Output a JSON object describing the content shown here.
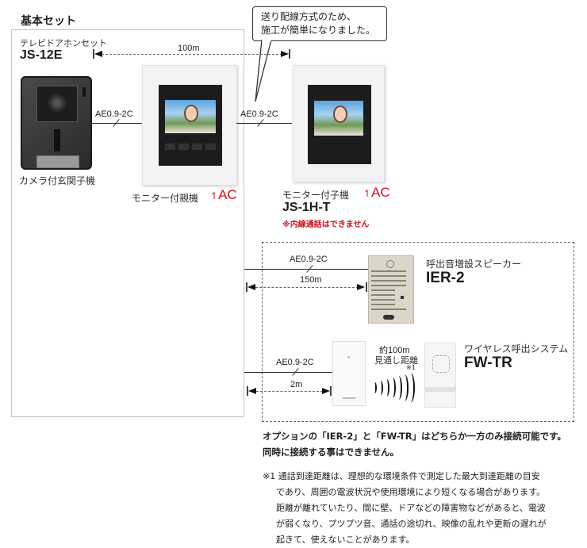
{
  "title": "基本セット",
  "callout": {
    "line1": "送り配線方式のため、",
    "line2": "施工が簡単になりました。"
  },
  "basic_set": {
    "label": "テレビドアホンセット",
    "model": "JS-12E",
    "door_station": {
      "label": "カメラ付玄関子機"
    },
    "master_monitor": {
      "label": "モニター付親機",
      "power": "AC"
    },
    "distance_top": "100m"
  },
  "cables": {
    "door_to_master": "AE0.9-2C",
    "master_to_sub": "AE0.9-2C",
    "to_speaker": "AE0.9-2C",
    "to_wireless": "AE0.9-2C"
  },
  "sub_monitor": {
    "label": "モニター付子機",
    "model": "JS-1H-T",
    "power": "AC",
    "note": "※内線通話はできません"
  },
  "speaker": {
    "label": "呼出音増設スピーカー",
    "model": "IER-2",
    "distance": "150m"
  },
  "wireless": {
    "label": "ワイヤレス呼出システム",
    "model": "FW-TR",
    "distance": "2m",
    "range_line1": "約100m",
    "range_line2": "見通し距離",
    "range_note": "※1"
  },
  "notes": {
    "option_line1": "オプションの「IER-2」と「FW-TR」はどちらか一方のみ接続可能です。",
    "option_line2": "同時に接続する事はできません。",
    "footnote_mark": "※1",
    "footnote_lines": [
      "通話到達距離は、理想的な環境条件で測定した最大到達距離の目安",
      "であり、周囲の電波状況や使用環境により短くなる場合があります。",
      "距離が離れていたり、間に壁、ドアなどの障害物などがあると、電波",
      "が弱くなり、プツプツ音、通話の途切れ、映像の乱れや更新の遅れが",
      "起きて、使えないことがあります。"
    ]
  },
  "colors": {
    "accent_red": "#d0101a",
    "box_border": "#c4c4c4",
    "dashed_border": "#666666"
  }
}
